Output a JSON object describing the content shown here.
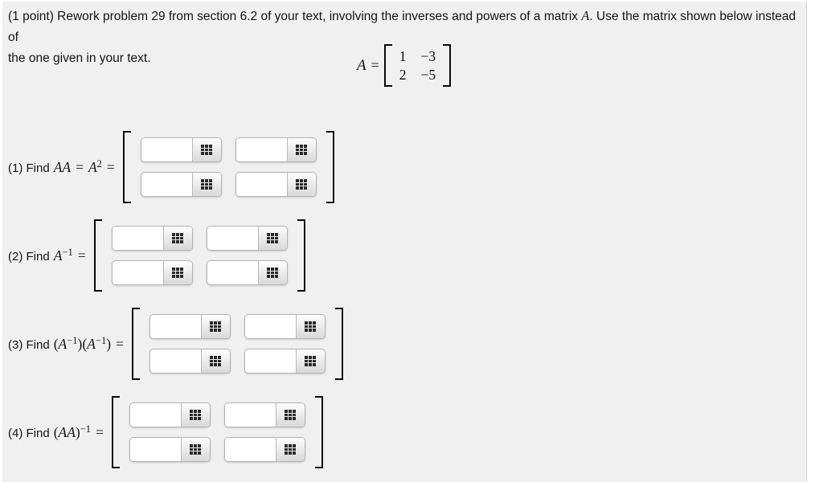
{
  "colors": {
    "panel_background": "#f0f0f0",
    "text": "#141414",
    "input_border": "#b5b5b5",
    "editor_button_top": "#fefefe",
    "editor_button_bottom": "#d9d9d9",
    "grid_icon": "#2a2a2a",
    "bracket": "#0a0a0a"
  },
  "header": {
    "line1_before": "(1 point) Rework problem 29 from section 6.2 of your text, involving the inverses and powers of a matrix ",
    "matrix_var": "A",
    "line1_after": ". Use the matrix shown below instead of",
    "line2": "the one given in your text."
  },
  "matrix_display": {
    "var": "A",
    "equals": "=",
    "rows": [
      [
        "1",
        "−3"
      ],
      [
        "2",
        "−5"
      ]
    ]
  },
  "answer_input": {
    "value": "",
    "placeholder": "",
    "editor_icon": "equation-editor-grid-icon"
  },
  "questions": [
    {
      "label_prefix": "(1) Find",
      "expression": [
        {
          "type": "var",
          "text": "AA"
        },
        {
          "type": "op",
          "text": "="
        },
        {
          "type": "var",
          "text": "A"
        },
        {
          "type": "sup",
          "text": "2"
        },
        {
          "type": "op",
          "text": "="
        }
      ],
      "cells": [
        [
          "",
          ""
        ],
        [
          "",
          ""
        ]
      ]
    },
    {
      "label_prefix": "(2) Find",
      "expression": [
        {
          "type": "var",
          "text": "A"
        },
        {
          "type": "sup",
          "text": "−1"
        },
        {
          "type": "op",
          "text": "="
        }
      ],
      "cells": [
        [
          "",
          ""
        ],
        [
          "",
          ""
        ]
      ]
    },
    {
      "label_prefix": "(3) Find",
      "expression": [
        {
          "type": "paren",
          "text": "("
        },
        {
          "type": "var",
          "text": "A"
        },
        {
          "type": "sup",
          "text": "−1"
        },
        {
          "type": "paren",
          "text": ")("
        },
        {
          "type": "var",
          "text": "A"
        },
        {
          "type": "sup",
          "text": "−1"
        },
        {
          "type": "paren",
          "text": ")"
        },
        {
          "type": "op",
          "text": "="
        }
      ],
      "cells": [
        [
          "",
          ""
        ],
        [
          "",
          ""
        ]
      ]
    },
    {
      "label_prefix": "(4) Find",
      "expression": [
        {
          "type": "paren",
          "text": "("
        },
        {
          "type": "var",
          "text": "AA"
        },
        {
          "type": "paren",
          "text": ")"
        },
        {
          "type": "sup",
          "text": "−1"
        },
        {
          "type": "op",
          "text": "="
        }
      ],
      "cells": [
        [
          "",
          ""
        ],
        [
          "",
          ""
        ]
      ]
    }
  ]
}
